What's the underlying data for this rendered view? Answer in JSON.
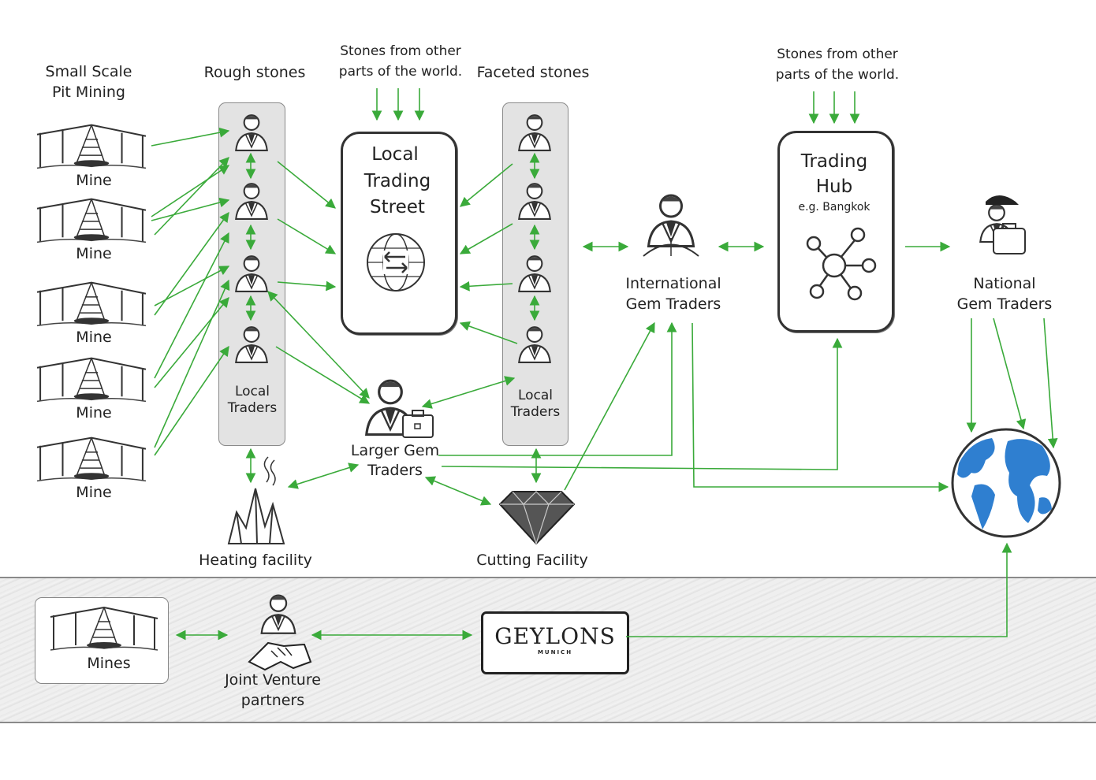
{
  "labels": {
    "small_scale": "Small Scale",
    "pit_mining": "Pit Mining",
    "rough_stones": "Rough stones",
    "stones_other_1a": "Stones from other",
    "stones_other_1b": "parts of the world.",
    "faceted_stones": "Faceted stones",
    "stones_other_2a": "Stones from other",
    "stones_other_2b": "parts of the world.",
    "mine": "Mine",
    "local_traders_left_1": "Local",
    "local_traders_left_2": "Traders",
    "local_traders_right_1": "Local",
    "local_traders_right_2": "Traders",
    "local_trading_1": "Local",
    "local_trading_2": "Trading",
    "local_trading_3": "Street",
    "intl_traders_1": "International",
    "intl_traders_2": "Gem Traders",
    "trading_hub_1": "Trading",
    "trading_hub_2": "Hub",
    "trading_hub_3": "e.g. Bangkok",
    "national_1": "National",
    "national_2": "Gem Traders",
    "larger_gem_1": "Larger Gem",
    "larger_gem_2": "Traders",
    "heating_facility": "Heating facility",
    "cutting_facility": "Cutting Facility",
    "mines": "Mines",
    "joint_venture_1": "Joint Venture",
    "joint_venture_2": "partners",
    "geylons": "GEYLONS",
    "geylons_sub": "MUNICH"
  },
  "colors": {
    "arrow": "#3aaa3a",
    "panel": "#e3e3e3",
    "globe_water": "#ffffff",
    "globe_land": "#2f7fd0"
  },
  "icons": {
    "mine": "mine-shelter-icon",
    "trader": "trader-person-icon",
    "exchange": "exchange-globe-icon",
    "network": "network-hub-icon",
    "crystal": "crystal-heat-icon",
    "diamond": "diamond-icon",
    "globe": "world-globe-icon",
    "handshake": "handshake-icon"
  }
}
